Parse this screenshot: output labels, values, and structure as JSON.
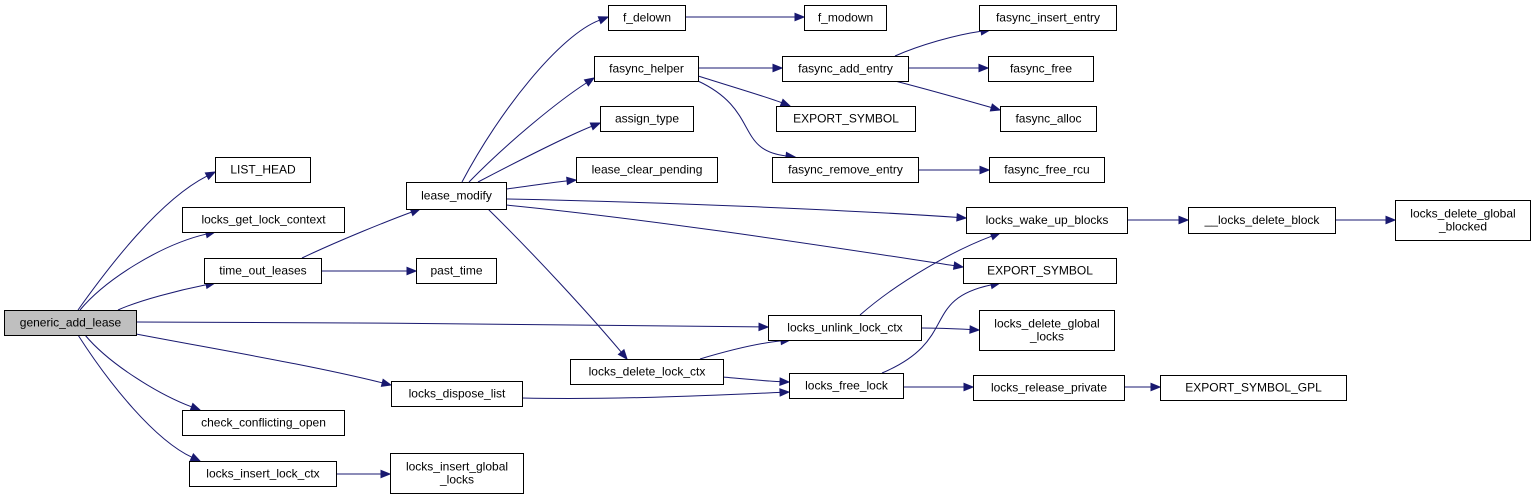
{
  "diagram": {
    "nodes": [
      {
        "id": "generic_add_lease",
        "lines": [
          "generic_add_lease"
        ],
        "root": true
      },
      {
        "id": "LIST_HEAD",
        "lines": [
          "LIST_HEAD"
        ]
      },
      {
        "id": "locks_get_lock_context",
        "lines": [
          "locks_get_lock_context"
        ]
      },
      {
        "id": "time_out_leases",
        "lines": [
          "time_out_leases"
        ]
      },
      {
        "id": "check_conflicting_open",
        "lines": [
          "check_conflicting_open"
        ]
      },
      {
        "id": "locks_insert_lock_ctx",
        "lines": [
          "locks_insert_lock_ctx"
        ]
      },
      {
        "id": "lease_modify",
        "lines": [
          "lease_modify"
        ]
      },
      {
        "id": "past_time",
        "lines": [
          "past_time"
        ]
      },
      {
        "id": "locks_dispose_list",
        "lines": [
          "locks_dispose_list"
        ]
      },
      {
        "id": "locks_insert_global_locks",
        "lines": [
          "locks_insert_global",
          "_locks"
        ]
      },
      {
        "id": "f_delown",
        "lines": [
          "f_delown"
        ]
      },
      {
        "id": "fasync_helper",
        "lines": [
          "fasync_helper"
        ]
      },
      {
        "id": "assign_type",
        "lines": [
          "assign_type"
        ]
      },
      {
        "id": "lease_clear_pending",
        "lines": [
          "lease_clear_pending"
        ]
      },
      {
        "id": "locks_delete_lock_ctx",
        "lines": [
          "locks_delete_lock_ctx"
        ]
      },
      {
        "id": "f_modown",
        "lines": [
          "f_modown"
        ]
      },
      {
        "id": "fasync_add_entry",
        "lines": [
          "fasync_add_entry"
        ]
      },
      {
        "id": "EXPORT_SYMBOL_1",
        "lines": [
          "EXPORT_SYMBOL"
        ]
      },
      {
        "id": "fasync_remove_entry",
        "lines": [
          "fasync_remove_entry"
        ]
      },
      {
        "id": "locks_unlink_lock_ctx",
        "lines": [
          "locks_unlink_lock_ctx"
        ]
      },
      {
        "id": "locks_free_lock",
        "lines": [
          "locks_free_lock"
        ]
      },
      {
        "id": "fasync_insert_entry",
        "lines": [
          "fasync_insert_entry"
        ]
      },
      {
        "id": "fasync_free",
        "lines": [
          "fasync_free"
        ]
      },
      {
        "id": "fasync_alloc",
        "lines": [
          "fasync_alloc"
        ]
      },
      {
        "id": "fasync_free_rcu",
        "lines": [
          "fasync_free_rcu"
        ]
      },
      {
        "id": "locks_wake_up_blocks",
        "lines": [
          "locks_wake_up_blocks"
        ]
      },
      {
        "id": "EXPORT_SYMBOL_2",
        "lines": [
          "EXPORT_SYMBOL"
        ]
      },
      {
        "id": "locks_delete_global_locks",
        "lines": [
          "locks_delete_global",
          "_locks"
        ]
      },
      {
        "id": "locks_release_private",
        "lines": [
          "locks_release_private"
        ]
      },
      {
        "id": "__locks_delete_block",
        "lines": [
          "__locks_delete_block"
        ]
      },
      {
        "id": "EXPORT_SYMBOL_GPL",
        "lines": [
          "EXPORT_SYMBOL_GPL"
        ]
      },
      {
        "id": "locks_delete_global_blocked",
        "lines": [
          "locks_delete_global",
          "_blocked"
        ]
      }
    ],
    "edges": [
      [
        "generic_add_lease",
        "LIST_HEAD"
      ],
      [
        "generic_add_lease",
        "locks_get_lock_context"
      ],
      [
        "generic_add_lease",
        "time_out_leases"
      ],
      [
        "generic_add_lease",
        "locks_unlink_lock_ctx"
      ],
      [
        "generic_add_lease",
        "locks_dispose_list"
      ],
      [
        "generic_add_lease",
        "check_conflicting_open"
      ],
      [
        "generic_add_lease",
        "locks_insert_lock_ctx"
      ],
      [
        "time_out_leases",
        "lease_modify"
      ],
      [
        "time_out_leases",
        "past_time"
      ],
      [
        "locks_insert_lock_ctx",
        "locks_insert_global_locks"
      ],
      [
        "locks_dispose_list",
        "locks_free_lock"
      ],
      [
        "lease_modify",
        "f_delown"
      ],
      [
        "lease_modify",
        "fasync_helper"
      ],
      [
        "lease_modify",
        "assign_type"
      ],
      [
        "lease_modify",
        "lease_clear_pending"
      ],
      [
        "lease_modify",
        "locks_wake_up_blocks"
      ],
      [
        "lease_modify",
        "EXPORT_SYMBOL_2"
      ],
      [
        "lease_modify",
        "locks_delete_lock_ctx"
      ],
      [
        "f_delown",
        "f_modown"
      ],
      [
        "fasync_helper",
        "fasync_add_entry"
      ],
      [
        "fasync_helper",
        "EXPORT_SYMBOL_1"
      ],
      [
        "fasync_helper",
        "fasync_remove_entry"
      ],
      [
        "fasync_add_entry",
        "fasync_insert_entry"
      ],
      [
        "fasync_add_entry",
        "fasync_free"
      ],
      [
        "fasync_add_entry",
        "fasync_alloc"
      ],
      [
        "fasync_remove_entry",
        "fasync_free_rcu"
      ],
      [
        "locks_delete_lock_ctx",
        "locks_unlink_lock_ctx"
      ],
      [
        "locks_delete_lock_ctx",
        "locks_free_lock"
      ],
      [
        "locks_unlink_lock_ctx",
        "locks_wake_up_blocks"
      ],
      [
        "locks_unlink_lock_ctx",
        "locks_delete_global_locks"
      ],
      [
        "locks_free_lock",
        "EXPORT_SYMBOL_2"
      ],
      [
        "locks_free_lock",
        "locks_release_private"
      ],
      [
        "locks_wake_up_blocks",
        "__locks_delete_block"
      ],
      [
        "__locks_delete_block",
        "locks_delete_global_blocked"
      ],
      [
        "locks_release_private",
        "EXPORT_SYMBOL_GPL"
      ]
    ]
  }
}
